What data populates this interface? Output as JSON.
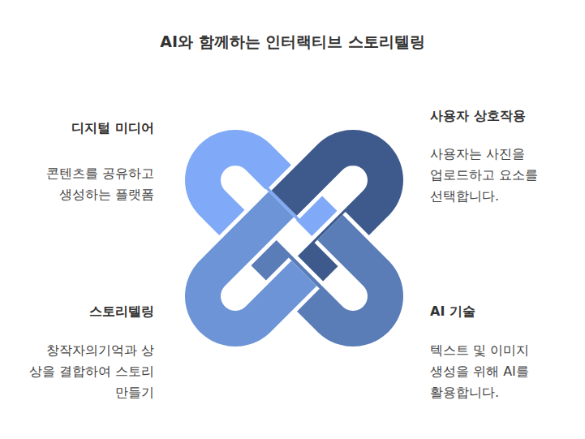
{
  "diagram": {
    "title": "AI와 함께하는 인터랙티브 스토리텔링",
    "labels": [
      "디지털 미디어",
      "콘텐츠를 공유하고 생성하는 플랫폼",
      "사용자 상호작용",
      "사용자는 사진을 업로드하고 요소를 선택합니다.",
      "스토리텔링",
      "창작자의기억과 상 상을 결합하여 스토리 만들기",
      "AI 기술",
      "텍스트 및 이미지 생성을 위해 AI를 활용합니다."
    ]
  }
}
